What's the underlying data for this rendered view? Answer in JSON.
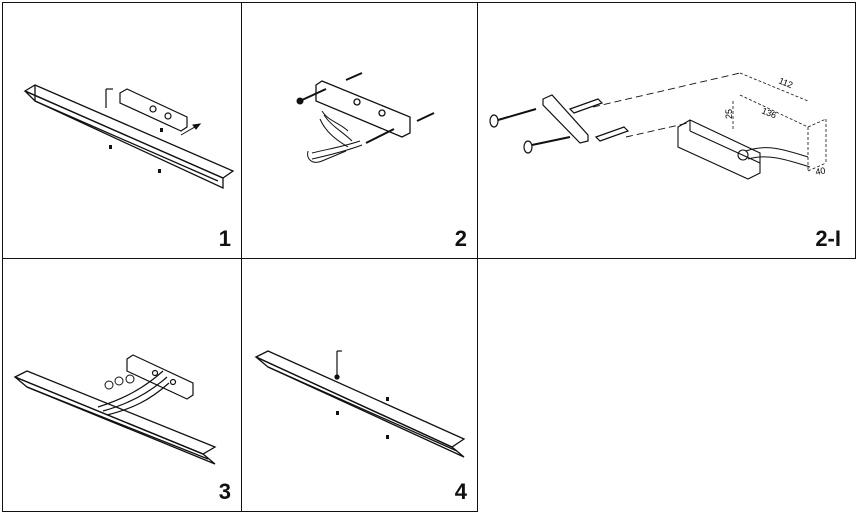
{
  "steps": [
    {
      "id": "p1",
      "label": "1"
    },
    {
      "id": "p2",
      "label": "2"
    },
    {
      "id": "p2i",
      "label": "2-I"
    },
    {
      "id": "p3",
      "label": "3"
    },
    {
      "id": "p4",
      "label": "4"
    }
  ],
  "dimensions": {
    "length": "112",
    "inner_length": "136",
    "height": "25",
    "depth": "40"
  }
}
